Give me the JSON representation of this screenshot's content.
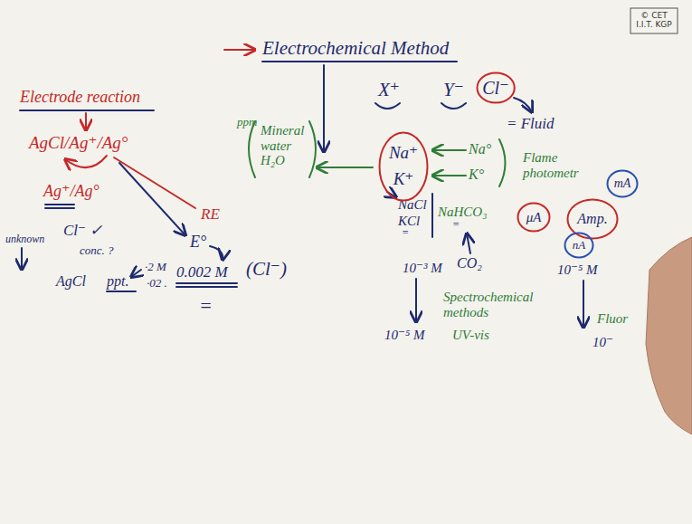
{
  "diagram": {
    "nodes": [
      {
        "text": [
          "© CET I.I.T. KGP"
        ]
      },
      {
        "text": [
          "Cl⁻"
        ]
      },
      {
        "text": [
          "Na⁺ K⁺"
        ]
      },
      {
        "text": [
          "μA"
        ]
      },
      {
        "text": [
          "Amp."
        ]
      },
      {
        "text": [
          "mA"
        ]
      },
      {
        "text": [
          "nA"
        ]
      }
    ],
    "labels": [
      "Electrochemical Method",
      "Electrode reaction",
      "AgCl/Ag⁺/Ag°",
      "Ag⁺/Ag°",
      "RE",
      "unknown",
      "Cl⁻ ✓",
      "conc. ?",
      "AgCl",
      "ppt.",
      "E°",
      "0.002 M",
      "(Cl⁻)",
      "·2 M",
      "·02 .",
      "=",
      "ppm",
      "Mineral water H₂O",
      "X⁺",
      "Y⁻",
      "= Fluid",
      "Na°",
      "K°",
      "Flame photometr",
      "NaCl",
      "KCl",
      "=",
      "NaHCO₃",
      "=",
      "CO₂",
      "10⁻³ M",
      "Spectrochemical methods",
      "10⁻⁵ M",
      "UV-vis",
      "10⁻⁵ M",
      "Fluor",
      "10⁻"
    ]
  }
}
